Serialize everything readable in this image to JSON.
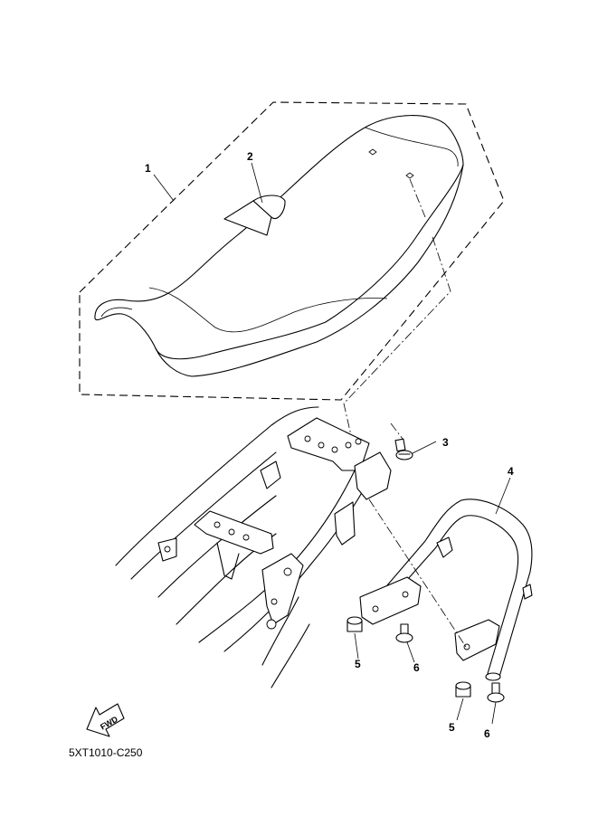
{
  "callouts": {
    "c1": "1",
    "c2": "2",
    "c3": "3",
    "c4": "4",
    "c5a": "5",
    "c6a": "6",
    "c5b": "5",
    "c6b": "6"
  },
  "fwd_label": "FWD",
  "diagram_code": "5XT1010-C250"
}
